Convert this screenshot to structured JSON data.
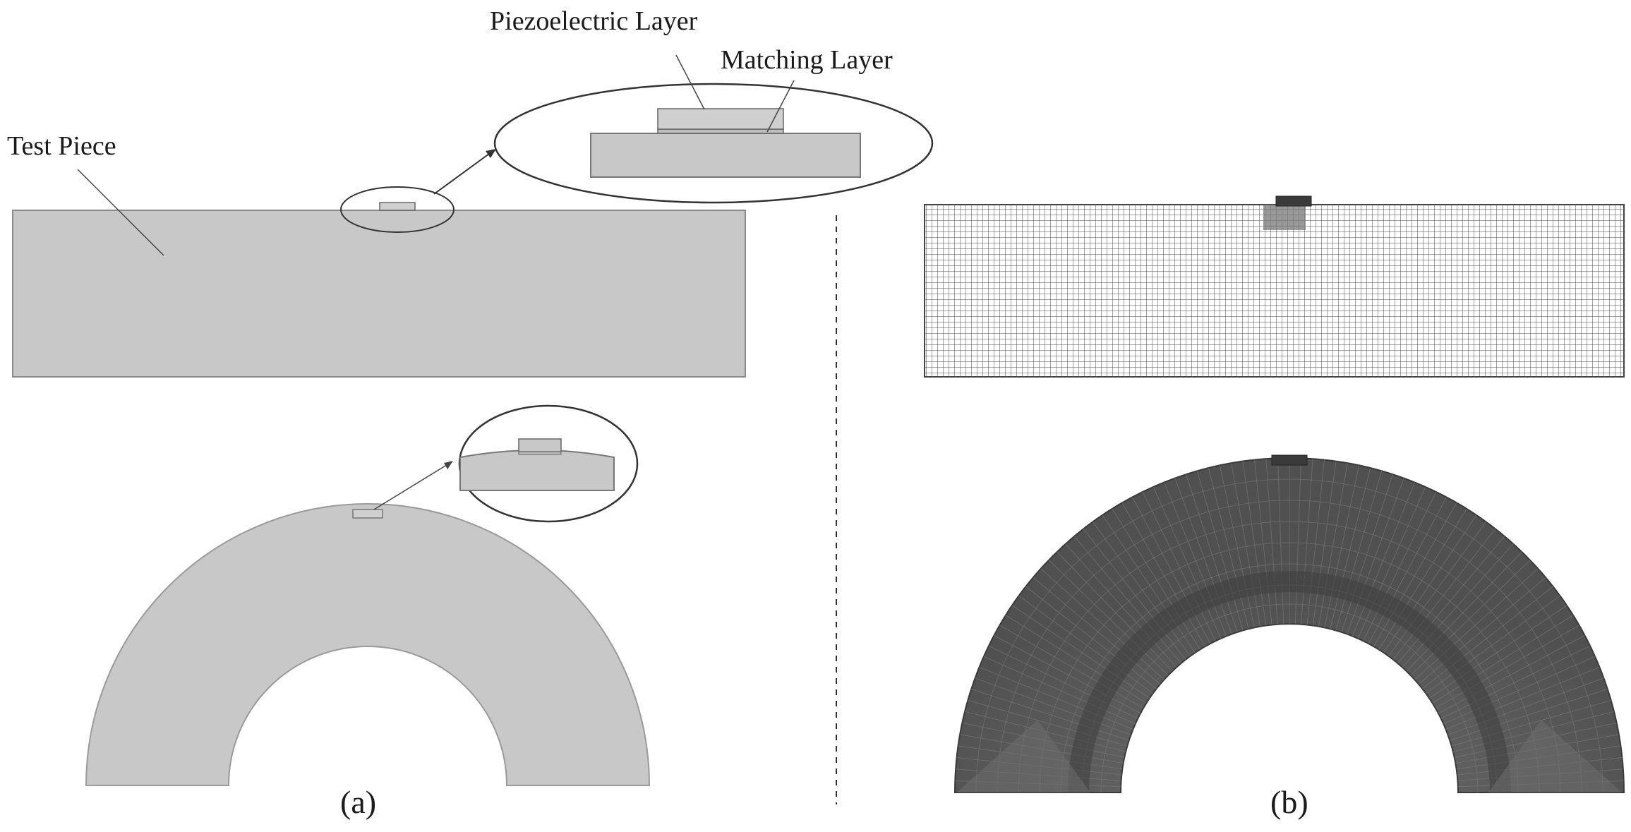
{
  "labels": {
    "piezo": "Piezoelectric Layer",
    "matching": "Matching Layer",
    "test_piece": "Test Piece"
  },
  "captions": {
    "a": "(a)",
    "b": "(b)"
  },
  "colors": {
    "solid_fill": "#c8c8c8",
    "solid_stroke": "#8a8a8a",
    "mesh_line": "#4a4a4a",
    "mesh_dark": "#555555",
    "transducer": "#3a3a3a"
  }
}
